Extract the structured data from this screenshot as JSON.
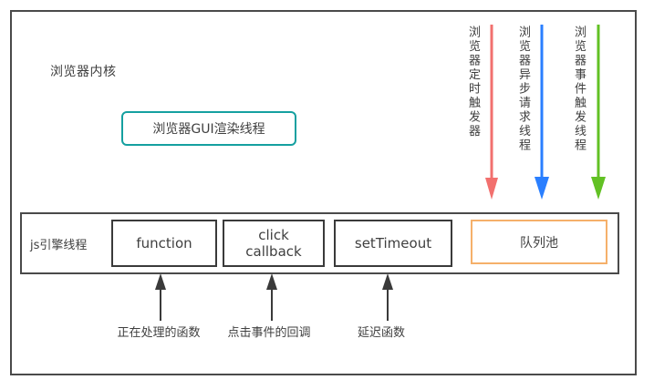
{
  "diagram": {
    "title_label": "浏览器内核",
    "gui_thread": {
      "label": "浏览器GUI渲染线程",
      "border_color": "#15a0a0"
    },
    "worker_threads": [
      {
        "name": "timer-trigger-thread",
        "label": "浏览器定时触发器",
        "arrow_color": "#f2706e",
        "arrow_direction": "down"
      },
      {
        "name": "async-request-thread",
        "label": "浏览器异步请求线程",
        "arrow_color": "#2a7fff",
        "arrow_direction": "down"
      },
      {
        "name": "event-trigger-thread",
        "label": "浏览器事件触发线程",
        "arrow_color": "#62c124",
        "arrow_direction": "down"
      }
    ],
    "js_engine_row": {
      "label": "js引擎线程",
      "border_color": "#4a4a4a",
      "tasks": [
        {
          "name": "function-box",
          "label": "function"
        },
        {
          "name": "click-callback-box",
          "label": "click\ncallback"
        },
        {
          "name": "settimeout-box",
          "label": "setTimeout"
        }
      ],
      "queue_pool": {
        "label": "队列池",
        "border_color": "#f5b06a"
      }
    },
    "callouts": [
      {
        "name": "callout-function",
        "label": "正在处理的函数",
        "arrow_direction": "up"
      },
      {
        "name": "callout-click-callback",
        "label": "点击事件的回调",
        "arrow_direction": "up"
      },
      {
        "name": "callout-settimeout",
        "label": "延迟函数",
        "arrow_direction": "up"
      }
    ],
    "colors": {
      "frame": "#4a4a4a",
      "text": "#3f3f3f",
      "background": "#ffffff"
    }
  }
}
